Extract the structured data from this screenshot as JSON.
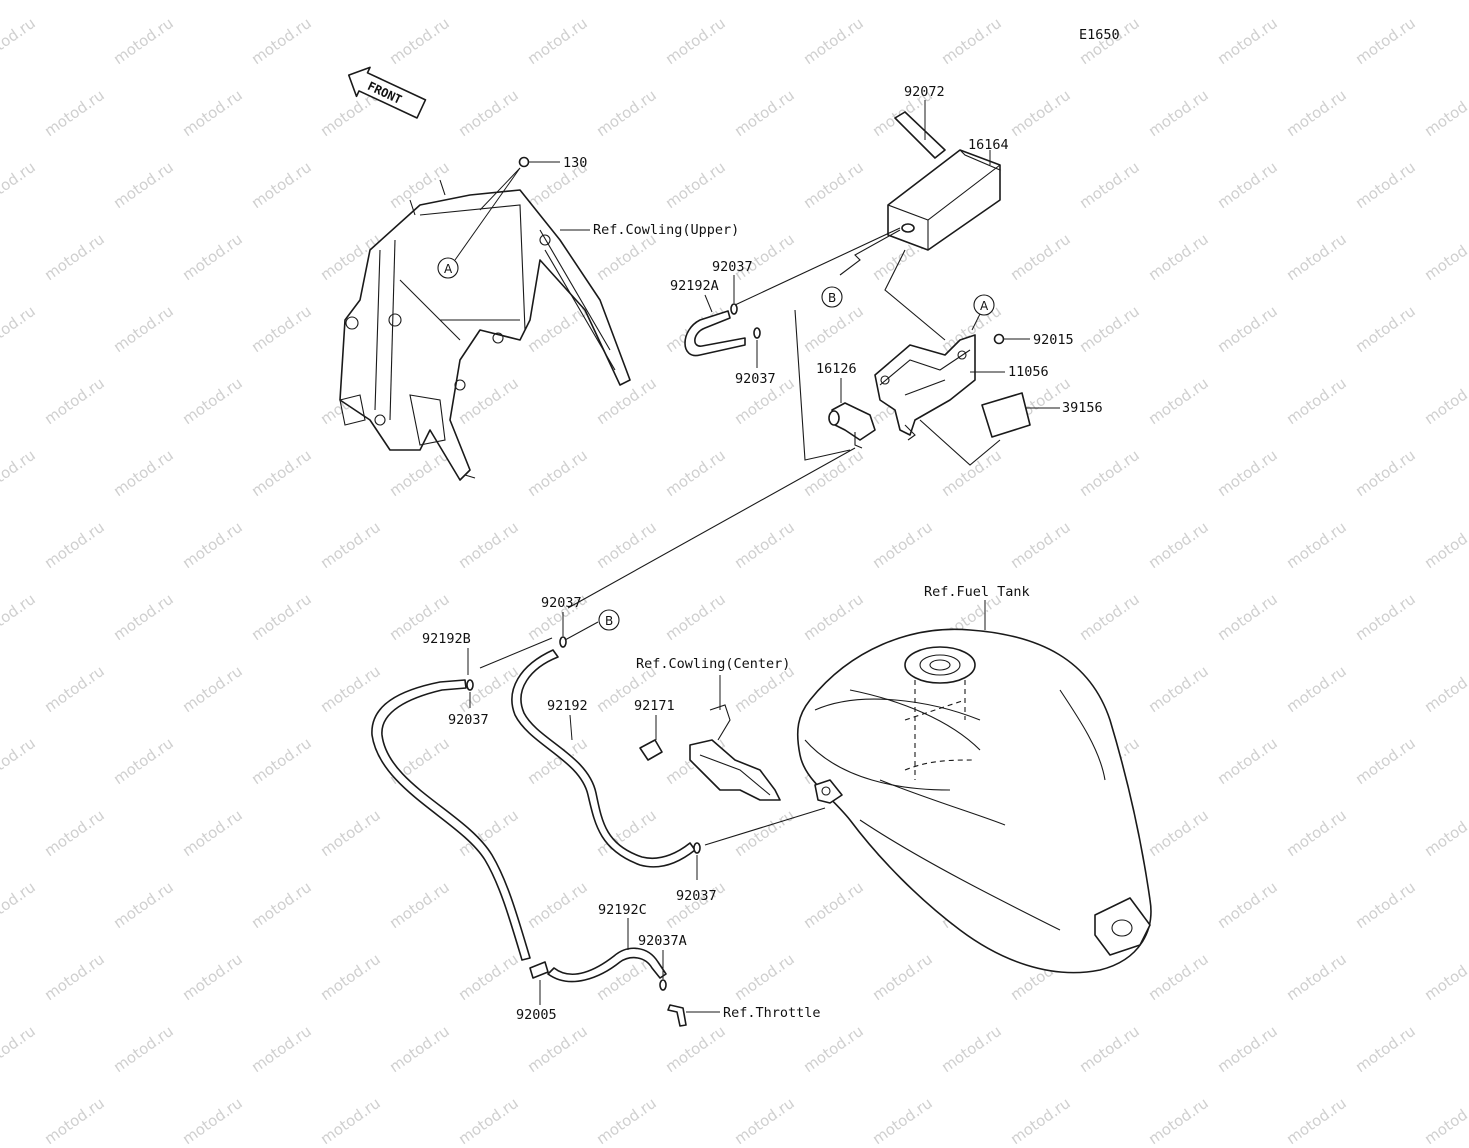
{
  "diagram_id": "E1650",
  "front_arrow": "FRONT",
  "watermark": "motod.ru",
  "callouts": {
    "a1": "A",
    "a2": "A",
    "b1": "B",
    "b2": "B"
  },
  "labels": {
    "p130": "130",
    "ref_cowling_upper": "Ref.Cowling(Upper)",
    "p92072": "92072",
    "p16164": "16164",
    "p92037_a": "92037",
    "p92192a": "92192A",
    "p92037_b": "92037",
    "p92015": "92015",
    "p11056": "11056",
    "p16126": "16126",
    "p39156": "39156",
    "ref_fuel_tank": "Ref.Fuel Tank",
    "p92037_c": "92037",
    "p92192b": "92192B",
    "p92037_d": "92037",
    "ref_cowling_center": "Ref.Cowling(Center)",
    "p92192": "92192",
    "p92171": "92171",
    "p92037_e": "92037",
    "p92192c": "92192C",
    "p92037a": "92037A",
    "p92005": "92005",
    "ref_throttle": "Ref.Throttle"
  }
}
